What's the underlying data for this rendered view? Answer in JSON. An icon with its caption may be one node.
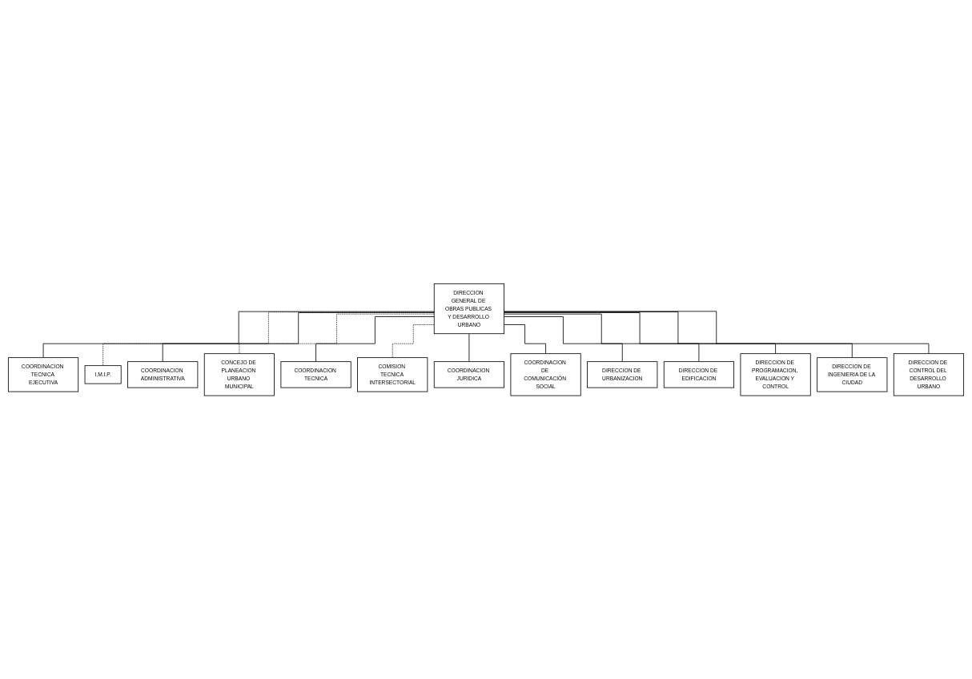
{
  "diagram": {
    "nodes": [
      {
        "text": [
          "DIRECCION GENERAL DE OBRAS PUBLICAS Y DESARROLLO URBANO"
        ]
      },
      {
        "text": [
          "COORDINACION TECNICA EJECUTIVA"
        ]
      },
      {
        "text": [
          "I.M.I.P."
        ]
      },
      {
        "text": [
          "COORDINACION ADMINISTRATIVA"
        ]
      },
      {
        "text": [
          "CONCEJO DE PLANEACION URBANO MUNICIPAL"
        ]
      },
      {
        "text": [
          "COORDINACION TECNICA"
        ]
      },
      {
        "text": [
          "COMISION TECNICA INTERSECTORIAL"
        ]
      },
      {
        "text": [
          "COORDINACION JURIDICA"
        ]
      },
      {
        "text": [
          "COORDINACION DE COMUNICACIÓN SOCIAL"
        ]
      },
      {
        "text": [
          "DIRECCION DE URBANIZACION"
        ]
      },
      {
        "text": [
          "DIRECCION DE EDIFICACION"
        ]
      },
      {
        "text": [
          "DIRECCION DE PROGRAMACION, EVALUACION Y CONTROL"
        ]
      },
      {
        "text": [
          "DIRECCION DE INGENIERIA DE LA CIUDAD"
        ]
      },
      {
        "text": [
          "DIRECCION DE CONTROL DEL DESARROLLO URBANO"
        ]
      }
    ],
    "edges": [
      {
        "from": 0,
        "to": 1,
        "arrow": "none"
      },
      {
        "from": 0,
        "to": 2,
        "arrow": "none",
        "style": "dashed"
      },
      {
        "from": 0,
        "to": 3,
        "arrow": "none"
      },
      {
        "from": 0,
        "to": 4,
        "arrow": "none",
        "style": "dashed"
      },
      {
        "from": 0,
        "to": 5,
        "arrow": "none"
      },
      {
        "from": 0,
        "to": 6,
        "arrow": "none",
        "style": "dashed"
      },
      {
        "from": 0,
        "to": 7,
        "arrow": "none"
      },
      {
        "from": 0,
        "to": 8,
        "arrow": "none"
      },
      {
        "from": 0,
        "to": 9,
        "arrow": "none"
      },
      {
        "from": 0,
        "to": 10,
        "arrow": "none"
      },
      {
        "from": 0,
        "to": 11,
        "arrow": "none"
      },
      {
        "from": 0,
        "to": 12,
        "arrow": "none"
      },
      {
        "from": 0,
        "to": 13,
        "arrow": "none"
      }
    ]
  }
}
